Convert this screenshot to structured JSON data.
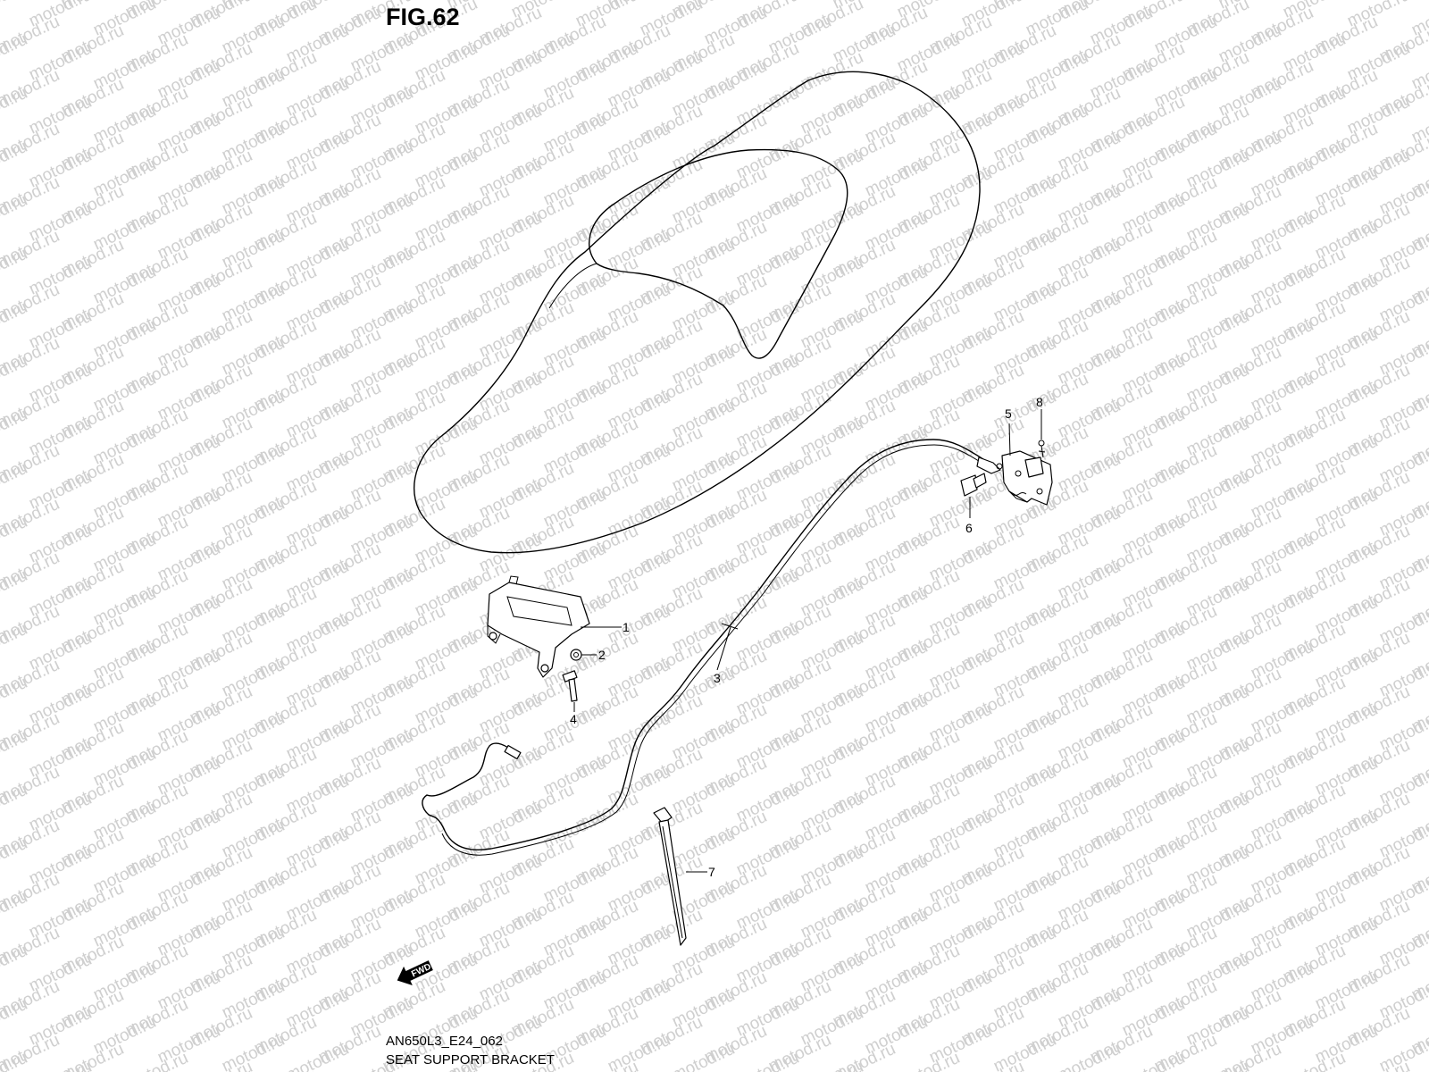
{
  "figure": {
    "title": "FIG.62",
    "code": "AN650L3_E24_062",
    "name": "SEAT SUPPORT BRACKET"
  },
  "watermark": "motod.ru",
  "direction_badge": "FWD",
  "callouts": [
    {
      "id": "callout-1",
      "label": "1"
    },
    {
      "id": "callout-2",
      "label": "2"
    },
    {
      "id": "callout-3",
      "label": "3"
    },
    {
      "id": "callout-4",
      "label": "4"
    },
    {
      "id": "callout-5",
      "label": "5"
    },
    {
      "id": "callout-6",
      "label": "6"
    },
    {
      "id": "callout-7",
      "label": "7"
    },
    {
      "id": "callout-8",
      "label": "8"
    }
  ]
}
